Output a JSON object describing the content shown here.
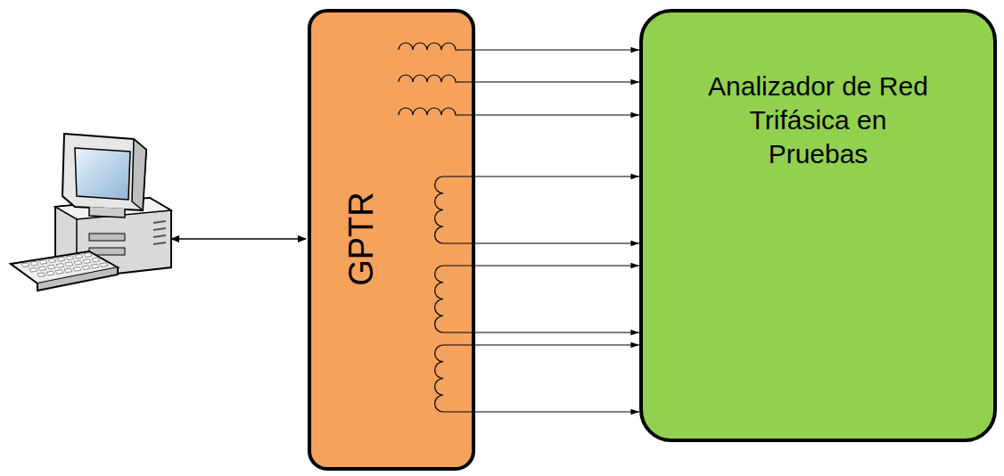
{
  "diagram": {
    "nodes": [
      {
        "text": [
          "GPTR"
        ]
      },
      {
        "text": [
          "Analizador de Red Trifásica en Pruebas"
        ]
      }
    ],
    "edges": [
      {
        "from": 0,
        "to": 1,
        "arrow": "to"
      },
      {
        "from": 0,
        "to": 1,
        "arrow": "to"
      },
      {
        "from": 0,
        "to": 1,
        "arrow": "to"
      },
      {
        "from": 0,
        "to": 1,
        "arrow": "to"
      },
      {
        "from": 0,
        "to": 1,
        "arrow": "to"
      },
      {
        "from": 0,
        "to": 1,
        "arrow": "to"
      },
      {
        "from": 0,
        "to": 1,
        "arrow": "to"
      },
      {
        "from": 0,
        "to": 1,
        "arrow": "to"
      },
      {
        "from": 0,
        "to": 1,
        "arrow": "to"
      }
    ]
  }
}
